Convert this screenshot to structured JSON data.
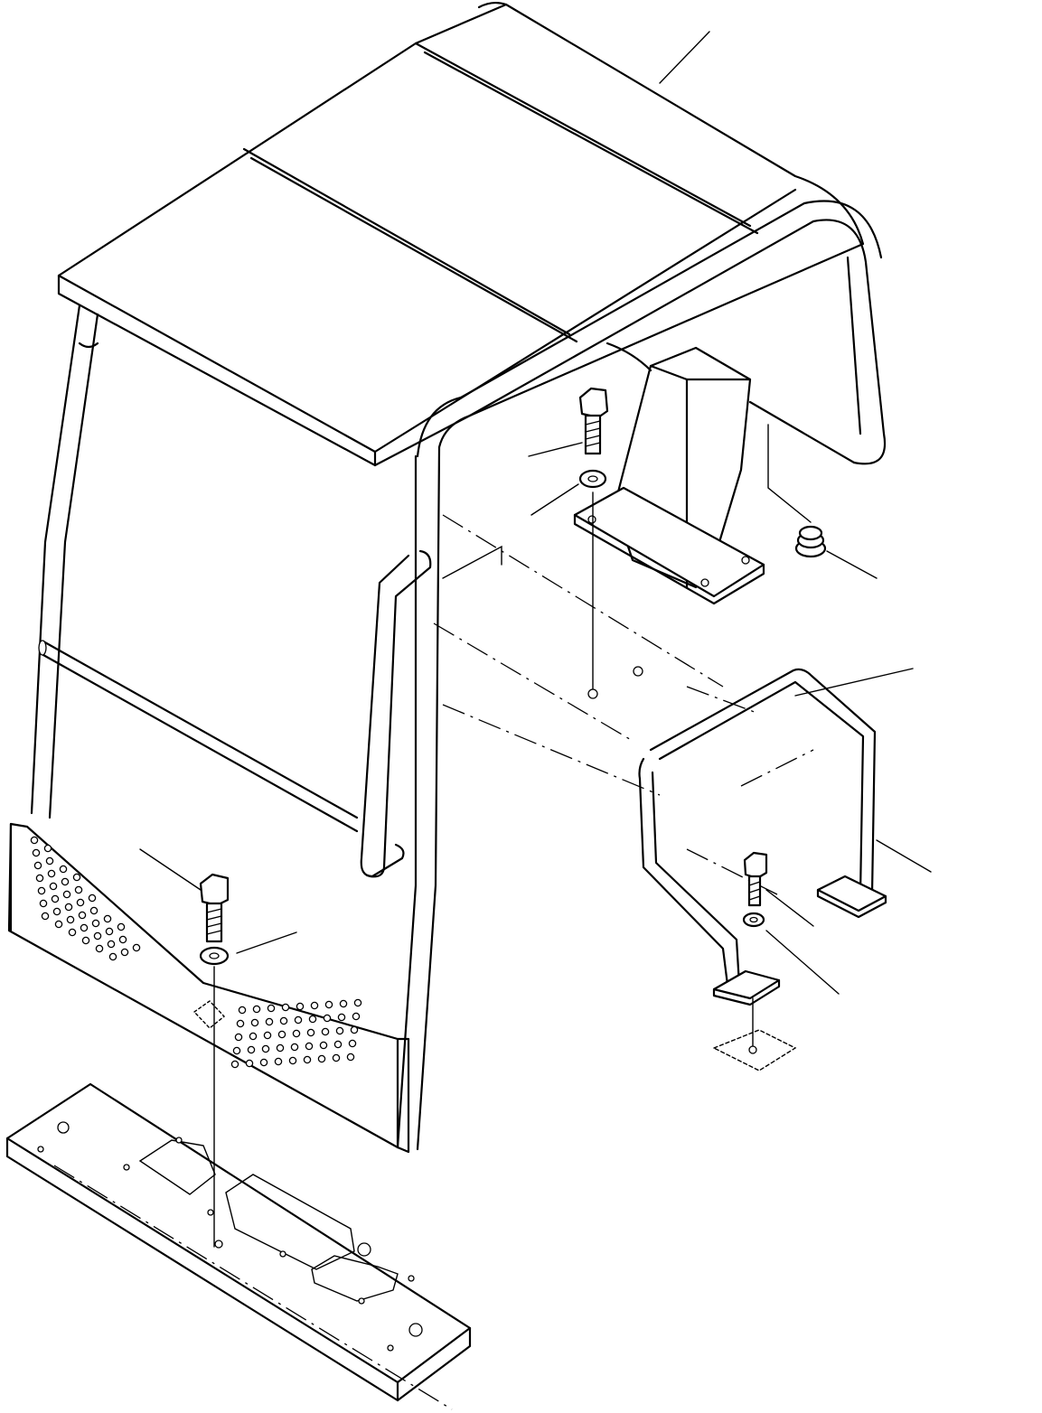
{
  "figure": {
    "style": "line-art",
    "colors": {
      "ink": "#000000",
      "paper": "#ffffff"
    },
    "callout_leaders": 9,
    "parts": [
      "roof-canopy",
      "rops-frame",
      "grab-handle",
      "perforated-front-panel",
      "rear-mount-pillar",
      "rear-grab-rail",
      "cap-screw",
      "lock-washer",
      "rubber-mount",
      "floor-plate"
    ]
  }
}
